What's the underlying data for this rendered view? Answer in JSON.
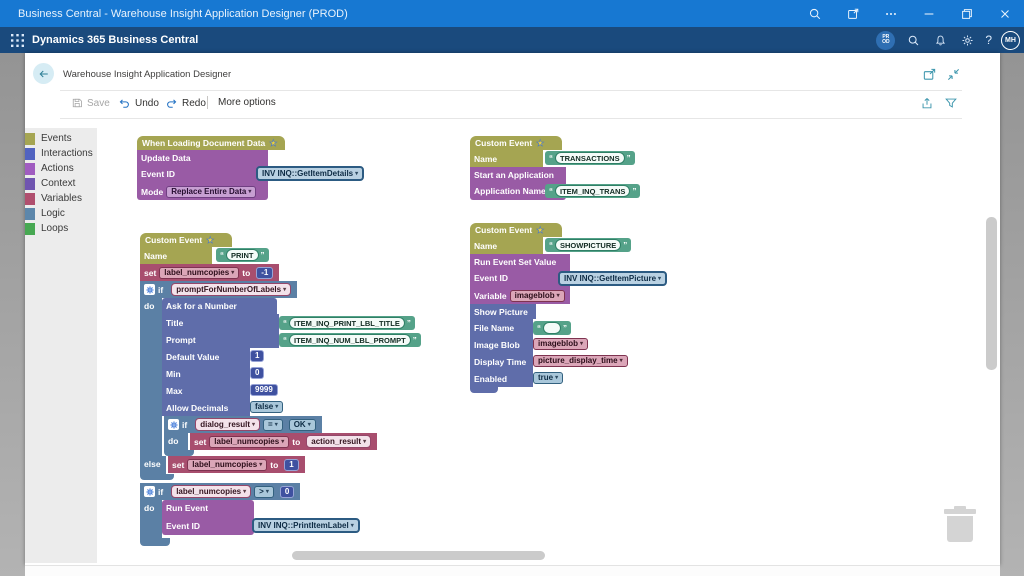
{
  "colors": {
    "titlebar": "#1778d2",
    "appbar": "#1a4a7d",
    "olive": "#a5a552",
    "purple": "#995ba5",
    "slate": "#5f6daa",
    "logic": "#5b80a5",
    "maroon": "#a84e6e",
    "indigo": "#3f51a0",
    "teal": "#55a289"
  },
  "titlebar": {
    "title": "Business Central - Warehouse Insight Application Designer (PROD)"
  },
  "appbar": {
    "product": "Dynamics 365 Business Central",
    "env_line1": "PR",
    "env_line2": "OD",
    "help": "?",
    "user_initials": "MH"
  },
  "page": {
    "title": "Warehouse Insight Application Designer"
  },
  "toolbar": {
    "save": "Save",
    "undo": "Undo",
    "redo": "Redo",
    "more_options": "More options"
  },
  "toolbox": {
    "items": [
      {
        "label": "Events",
        "color": "#a5a552"
      },
      {
        "label": "Interactions",
        "color": "#5163c0"
      },
      {
        "label": "Actions",
        "color": "#a05cc0"
      },
      {
        "label": "Context",
        "color": "#7055b0"
      },
      {
        "label": "Variables",
        "color": "#b04f6e"
      },
      {
        "label": "Logic",
        "color": "#5d87ab"
      },
      {
        "label": "Loops",
        "color": "#47a852"
      }
    ]
  },
  "icons": {
    "chevron_down": "▾",
    "quote_open": "“",
    "quote_close": "”",
    "star": "★"
  },
  "keywords": {
    "set": "set",
    "to": "to",
    "if": "if",
    "do": "do",
    "else": "else"
  },
  "blocks": {
    "loading_doc": {
      "title": "When Loading Document Data",
      "update_data": "Update Data",
      "event_id_label": "Event ID",
      "event_id_value": "INV INQ::GetItemDetails",
      "mode_label": "Mode",
      "mode_value": "Replace Entire Data"
    },
    "transactions": {
      "title": "Custom Event",
      "name_label": "Name",
      "name_value": "TRANSACTIONS",
      "start_app": "Start an Application",
      "app_name_label": "Application Name",
      "app_name_value": "ITEM_INQ_TRANS"
    },
    "print": {
      "title": "Custom Event",
      "name_label": "Name",
      "name_value": "PRINT",
      "set_var": "label_numcopies",
      "set_value": "-1",
      "if1_cond": "promptForNumberOfLabels",
      "ask": {
        "title": "Ask for a Number",
        "title_label": "Title",
        "title_value": "ITEM_INQ_PRINT_LBL_TITLE",
        "prompt_label": "Prompt",
        "prompt_value": "ITEM_INQ_NUM_LBL_PROMPT",
        "default_label": "Default Value",
        "default_value": "1",
        "min_label": "Min",
        "min_value": "0",
        "max_label": "Max",
        "max_value": "9999",
        "decimals_label": "Allow Decimals",
        "decimals_value": "false"
      },
      "if2_left": "dialog_result",
      "if2_op": "=",
      "if2_right": "OK",
      "set2_var": "label_numcopies",
      "set2_value": "action_result",
      "set3_var": "label_numcopies",
      "set3_value": "1",
      "if3_left": "label_numcopies",
      "if3_op": ">",
      "if3_right": "0",
      "run_event": {
        "title": "Run Event",
        "event_id_label": "Event ID",
        "event_id_value": "INV INQ::PrintItemLabel"
      }
    },
    "showpicture": {
      "title": "Custom Event",
      "name_label": "Name",
      "name_value": "SHOWPICTURE",
      "run_set": "Run Event Set Value",
      "event_id_label": "Event ID",
      "event_id_value": "INV INQ::GetItemPicture",
      "variable_label": "Variable",
      "variable_value": "imageblob",
      "show_picture": {
        "title": "Show Picture",
        "file_label": "File Name",
        "file_value": "",
        "blob_label": "Image Blob",
        "blob_value": "imageblob",
        "time_label": "Display Time",
        "time_value": "picture_display_time",
        "enabled_label": "Enabled",
        "enabled_value": "true"
      }
    }
  }
}
